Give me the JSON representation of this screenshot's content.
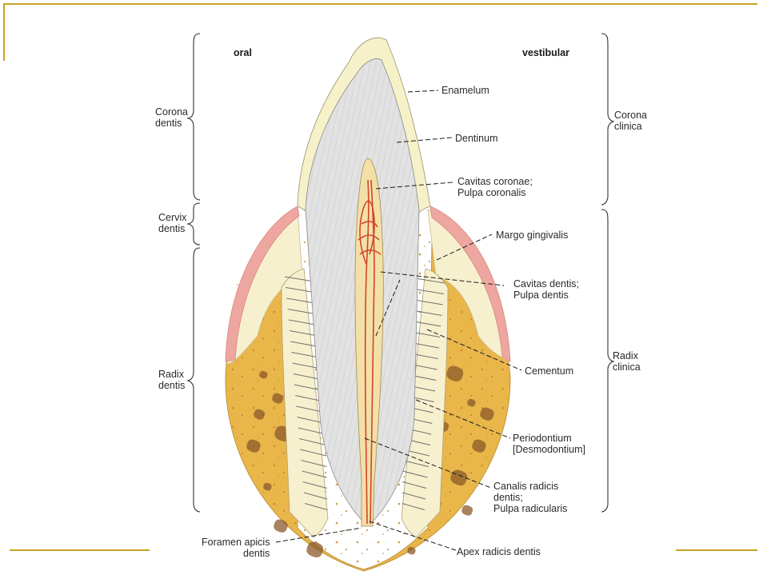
{
  "colors": {
    "accent": "#C9A227",
    "enamel": "#F6F1C8",
    "dentin": "#E2E2E2",
    "pulp": "#F3E0A8",
    "vessel": "#D2452A",
    "gingiva": "#EDA7A0",
    "bone": "#E9B64A",
    "periodontium": "#F7F0CF"
  },
  "labels": {
    "top_left": "oral",
    "top_right": "vestibular"
  },
  "left_regions": [
    {
      "id": "corona-dentis",
      "lines": [
        "Corona",
        "dentis"
      ]
    },
    {
      "id": "cervix-dentis",
      "lines": [
        "Cervix",
        "dentis"
      ]
    },
    {
      "id": "radix-dentis",
      "lines": [
        "Radix",
        "dentis"
      ]
    }
  ],
  "right_regions": [
    {
      "id": "corona-clinica",
      "lines": [
        "Corona",
        "clinica"
      ]
    },
    {
      "id": "radix-clinica",
      "lines": [
        "Radix",
        "clinica"
      ]
    }
  ],
  "structures": [
    {
      "id": "enamelum",
      "lines": [
        "Enamelum"
      ]
    },
    {
      "id": "dentinum",
      "lines": [
        "Dentinum"
      ]
    },
    {
      "id": "cavitas-coronae",
      "lines": [
        "Cavitas coronae;",
        "Pulpa coronalis"
      ]
    },
    {
      "id": "margo-gingivalis",
      "lines": [
        "Margo gingivalis"
      ]
    },
    {
      "id": "cavitas-dentis",
      "lines": [
        "Cavitas dentis;",
        "Pulpa dentis"
      ]
    },
    {
      "id": "cementum",
      "lines": [
        "Cementum"
      ]
    },
    {
      "id": "periodontium",
      "lines": [
        "Periodontium",
        "[Desmodontium]"
      ]
    },
    {
      "id": "canalis-radicis",
      "lines": [
        "Canalis radicis",
        "dentis;",
        "Pulpa radicularis"
      ]
    },
    {
      "id": "apex-radicis",
      "lines": [
        "Apex radicis dentis"
      ]
    },
    {
      "id": "foramen-apicis",
      "lines": [
        "Foramen apicis",
        "dentis"
      ]
    }
  ]
}
